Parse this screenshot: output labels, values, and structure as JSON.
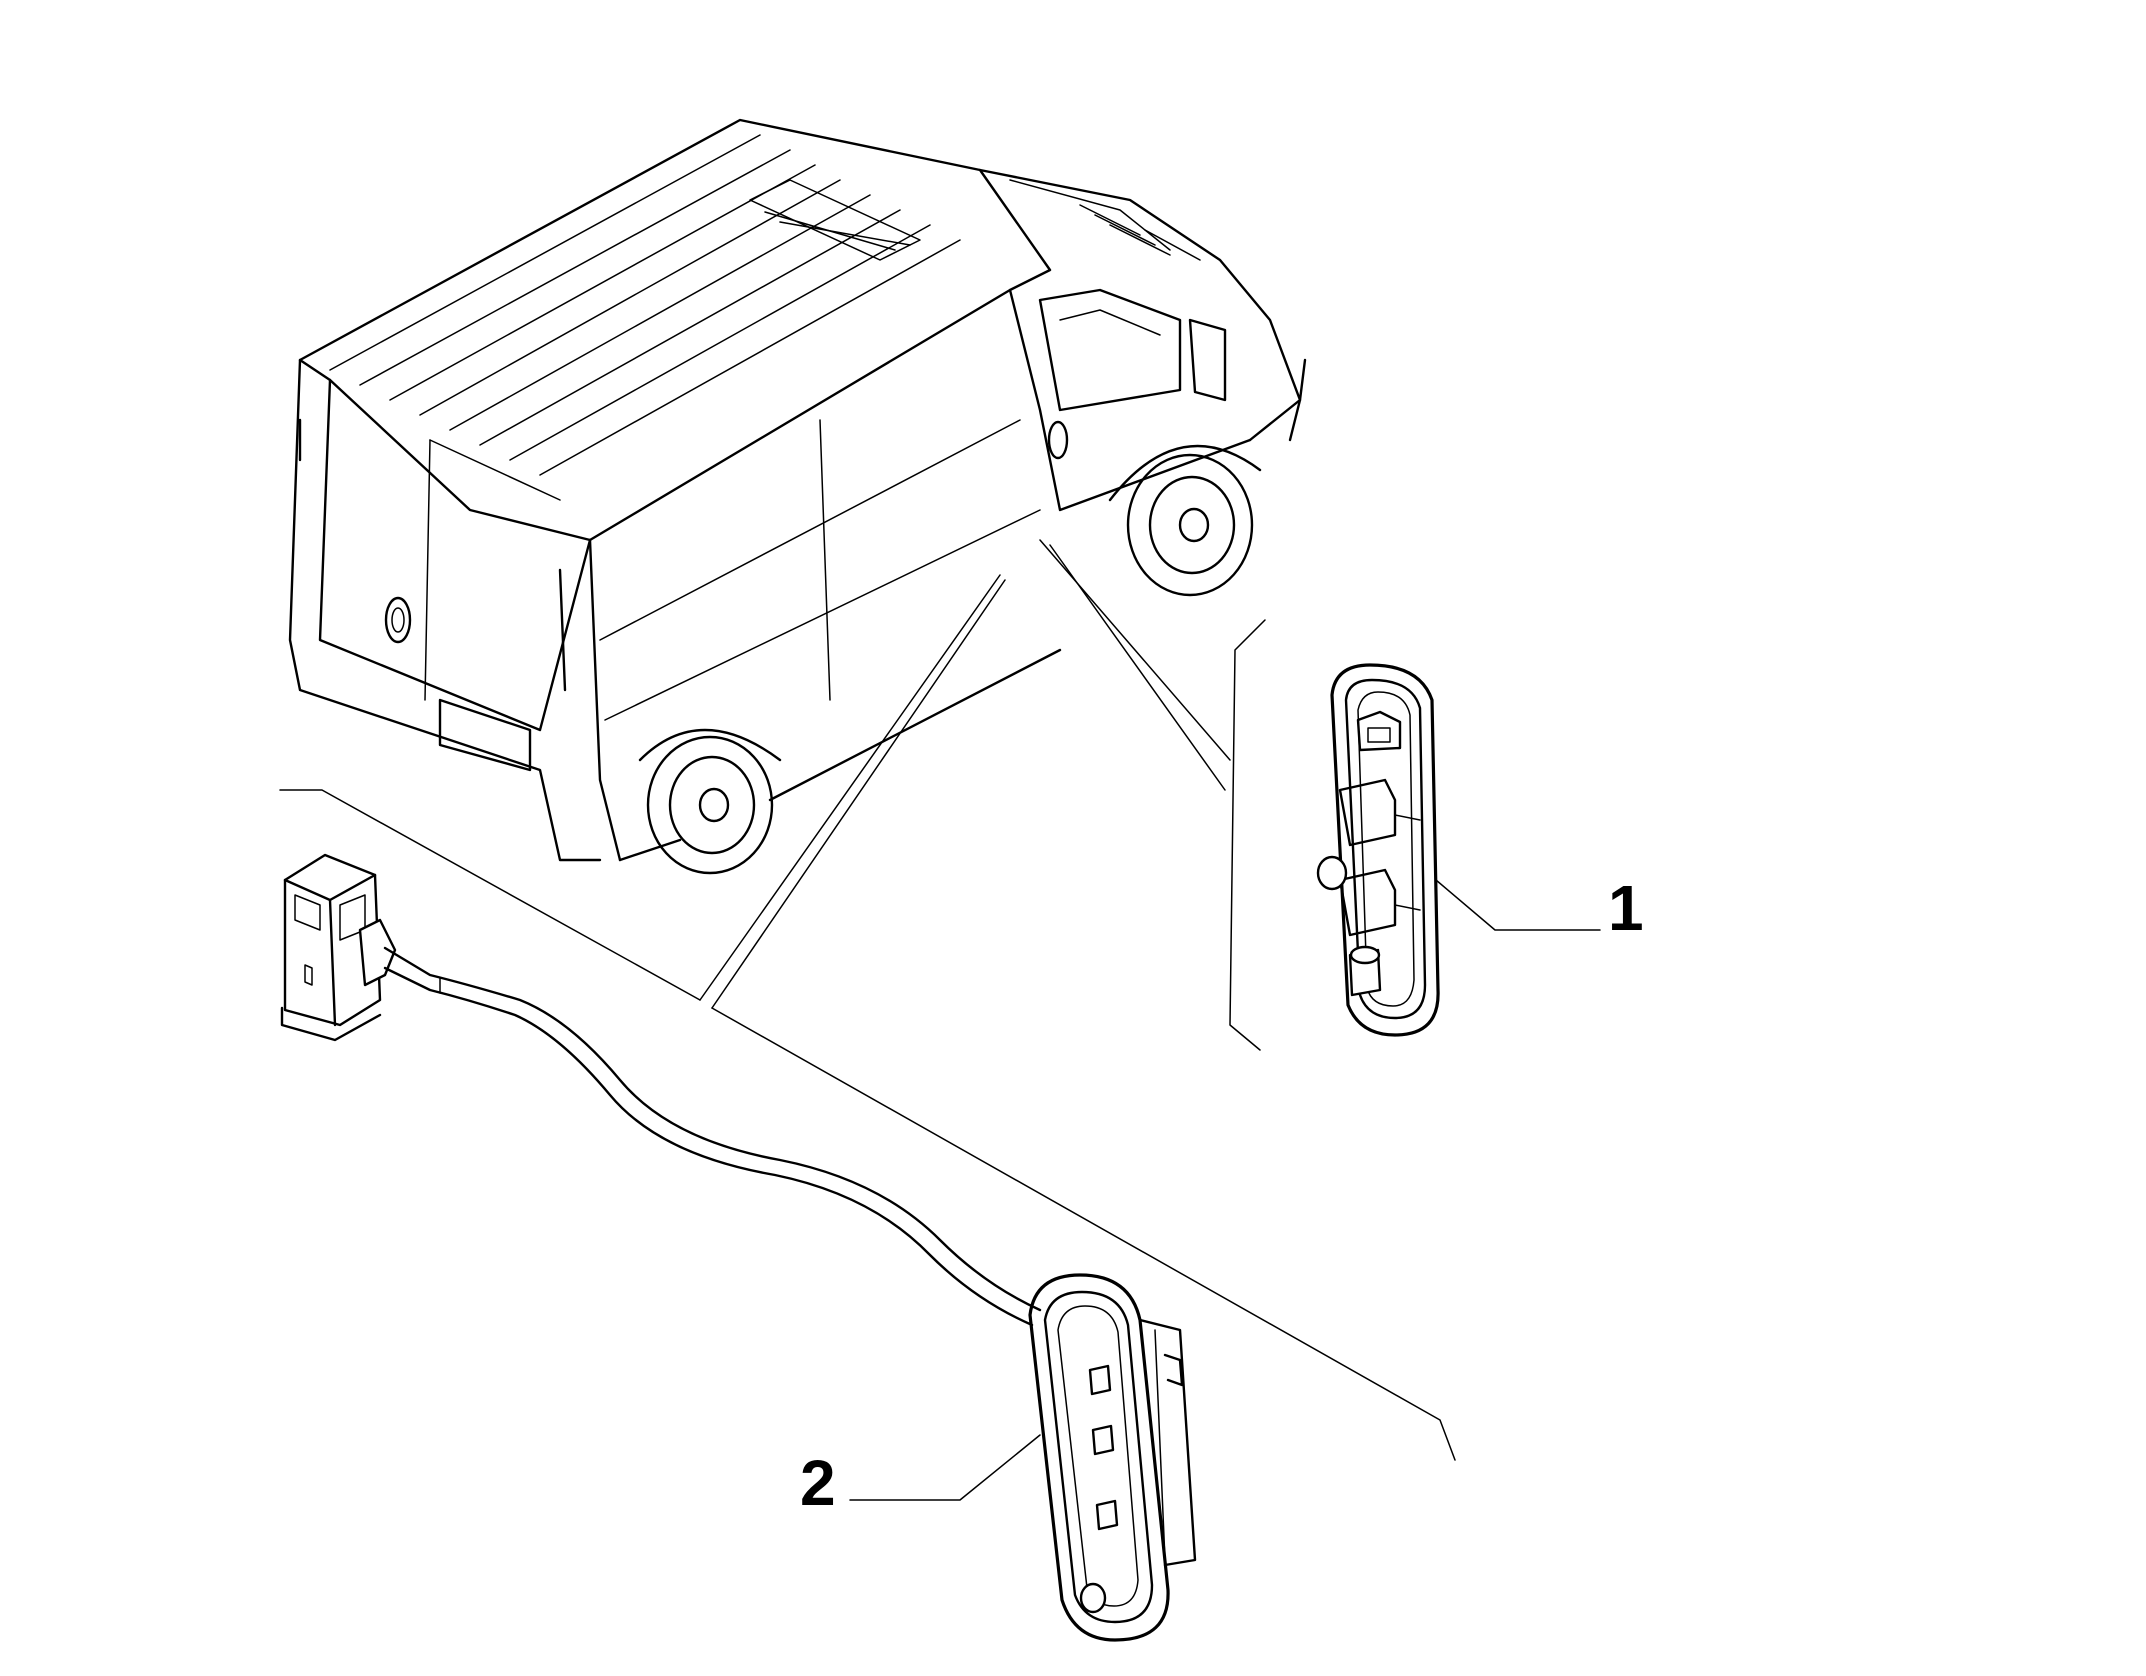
{
  "callouts": [
    {
      "id": "1",
      "label": "1"
    },
    {
      "id": "2",
      "label": "2"
    }
  ],
  "colors": {
    "line": "#000000",
    "background": "#ffffff"
  },
  "icons": [
    "van-icon",
    "light-housing-icon",
    "wiring-harness-icon",
    "connector-icon"
  ]
}
